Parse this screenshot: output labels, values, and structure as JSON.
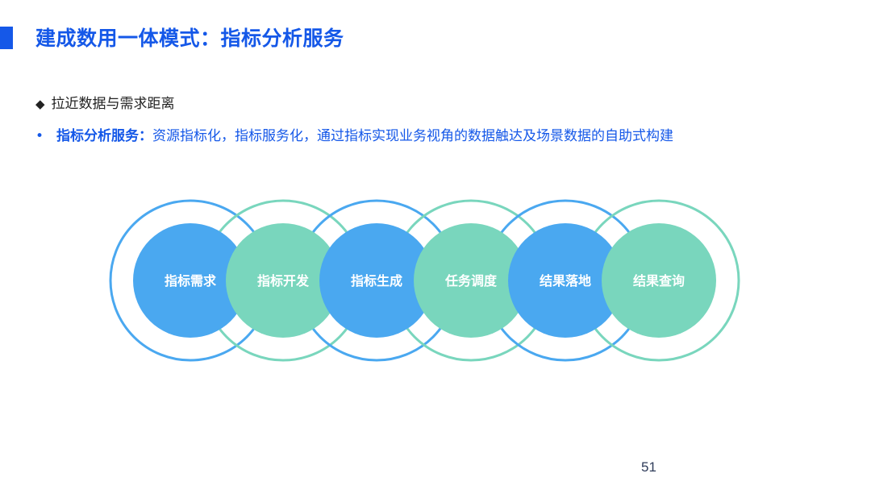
{
  "slide": {
    "title": "建成数用一体模式：指标分析服务",
    "bullet_main": "拉近数据与需求距离",
    "bullet_sub_lead": "指标分析服务：",
    "bullet_sub_text": "资源指标化，指标服务化，通过指标实现业务视角的数据触达及场景数据的自助式构建",
    "page_number": "51"
  },
  "process": {
    "steps": [
      {
        "label": "指标需求",
        "color": "#4aa8f0"
      },
      {
        "label": "指标开发",
        "color": "#79d6bd"
      },
      {
        "label": "指标生成",
        "color": "#4aa8f0"
      },
      {
        "label": "任务调度",
        "color": "#79d6bd"
      },
      {
        "label": "结果落地",
        "color": "#4aa8f0"
      },
      {
        "label": "结果查询",
        "color": "#79d6bd"
      }
    ]
  },
  "colors": {
    "accent_blue": "#1558e8",
    "ring_blue": "#4aa8f0",
    "ring_teal": "#79d6bd"
  }
}
